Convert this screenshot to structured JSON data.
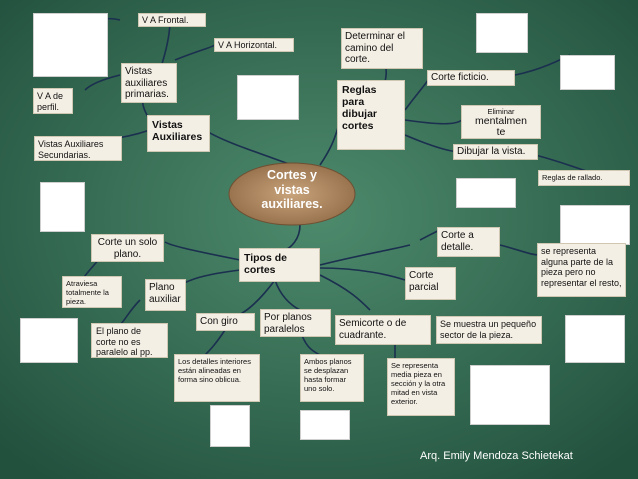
{
  "center": {
    "line1": "Cortes y",
    "line2": "vistas",
    "line3": "auxiliares."
  },
  "nodes": {
    "va_frontal": "V A Frontal.",
    "va_horizontal": "V A Horizontal.",
    "vistas_aux_primarias": "Vistas auxiliares primarias.",
    "va_perfil": "V A de perfil.",
    "vistas_auxiliares": "Vistas Auxiliares",
    "vistas_aux_secundarias": "Vistas Auxiliares Secundarias.",
    "determinar_camino": "Determinar el camino del corte.",
    "reglas_dibujar": "Reglas para dibujar cortes",
    "corte_ficticio": "Corte ficticio.",
    "eliminar_mentalmente": "Eliminar",
    "eliminar_mentalmente_2": "mentalmen",
    "eliminar_mentalmente_3": "te",
    "dibujar_vista": "Dibujar la vista.",
    "reglas_rallado": "Reglas de rallado.",
    "corte_solo_plano": "Corte un solo plano.",
    "tipos_cortes": "Tipos de cortes",
    "atraviesa": "Atraviesa totalmente la pieza.",
    "plano_auxiliar": "Plano auxiliar",
    "plano_corte_no_paralelo": "El plano de corte no es paralelo al pp.",
    "con_giro": "Con giro",
    "por_planos_paralelos": "Por planos paralelos",
    "semicorte": "Semicorte o de cuadrante.",
    "corte_detalle": "Corte a detalle.",
    "corte_parcial": "Corte parcial",
    "representa_parte": "se representa alguna parte de la pieza pero no representar el resto,",
    "muestra_pequeno": "Se muestra un pequeño sector de la pieza.",
    "detalles_interiores": "Los detalles interiores están alineadas en forma sino oblicua.",
    "ambos_planos": "Ambos planos se desplazan hasta formar uno solo.",
    "representa_media": "Se representa media pieza en sección y la otra mitad en vista exterior."
  },
  "footer": "Arq. Emily Mendoza Schietekat"
}
